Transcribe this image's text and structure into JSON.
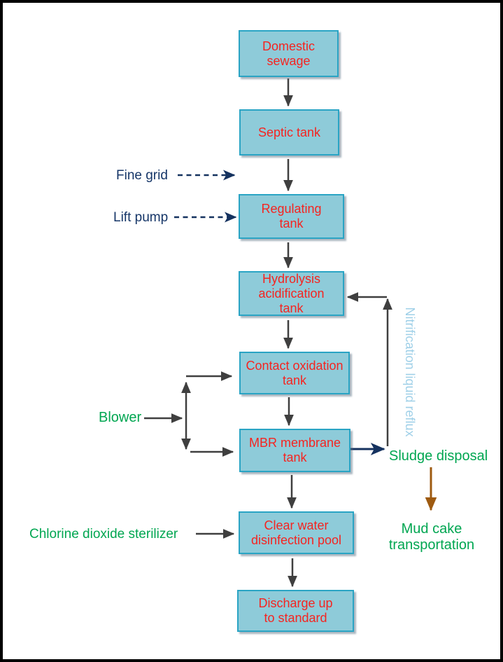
{
  "diagram": {
    "boxes": [
      {
        "id": "domestic-sewage",
        "label": "Domestic\nsewage"
      },
      {
        "id": "septic-tank",
        "label": "Septic tank"
      },
      {
        "id": "regulating-tank",
        "label": "Regulating\ntank"
      },
      {
        "id": "hydrolysis-acidification-tank",
        "label": "Hydrolysis\nacidification\ntank"
      },
      {
        "id": "contact-oxidation-tank",
        "label": "Contact oxidation\ntank"
      },
      {
        "id": "mbr-membrane-tank",
        "label": "MBR membrane\ntank"
      },
      {
        "id": "clear-water-disinfection-pool",
        "label": "Clear water\ndisinfection pool"
      },
      {
        "id": "discharge-up-to-standard",
        "label": "Discharge up\nto standard"
      }
    ],
    "labels": {
      "fine_grid": "Fine grid",
      "lift_pump": "Lift pump",
      "blower": "Blower",
      "chlorine_dioxide_sterilizer": "Chlorine dioxide sterilizer",
      "nitrification_liquid_reflux": "Nitrification liquid reflux",
      "sludge_disposal": "Sludge disposal",
      "mud_cake_transportation": "Mud cake\ntransportation"
    },
    "colors": {
      "box_fill": "#8ecbd9",
      "box_border": "#2aa4c4",
      "box_text_red": "#f52420",
      "navy_text": "#163668",
      "green_text": "#00a651",
      "light_blue_text": "#9fd0e8",
      "brown_arrow": "#9e5a10",
      "gray_arrow": "#3f3f3f",
      "navy_arrow": "#15325f",
      "frame_border": "#000000",
      "background": "#ffffff"
    }
  }
}
